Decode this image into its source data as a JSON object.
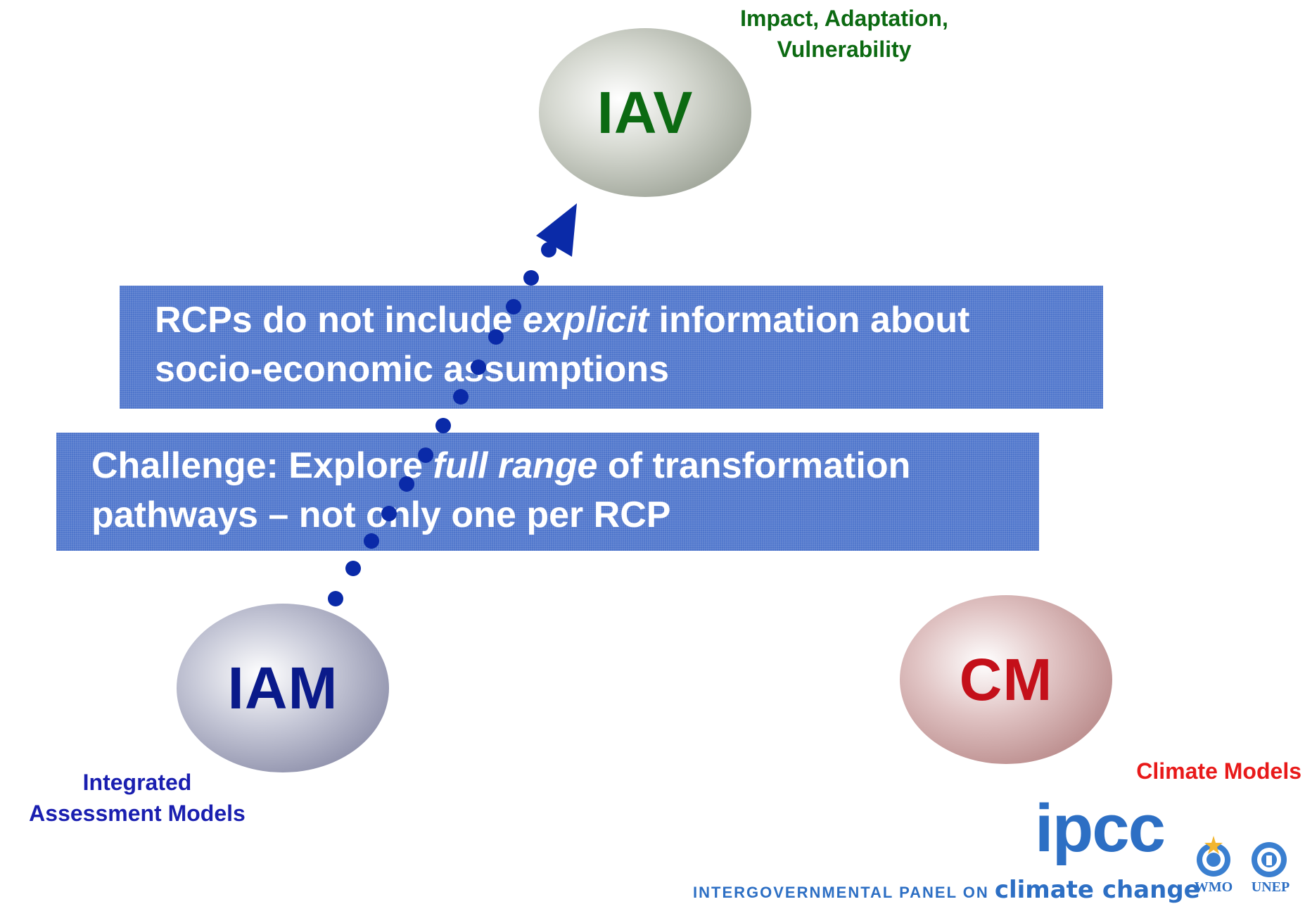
{
  "diagram": {
    "nodes": [
      {
        "id": "iav",
        "abbrev": "IAV",
        "label": "Impact, Adaptation,\nVulnerability",
        "color": "#0c6a12"
      },
      {
        "id": "iam",
        "abbrev": "IAM",
        "label": "Integrated\nAssessment Models",
        "color": "#0a1a8a"
      },
      {
        "id": "cm",
        "abbrev": "CM",
        "label": "Climate Models",
        "color": "#c4101a"
      }
    ],
    "edges": [
      {
        "from": "iam",
        "to": "iav",
        "style": "dotted-arrow",
        "color": "#0a2aa8"
      }
    ]
  },
  "labels": {
    "iav_line1": "Impact, Adaptation,",
    "iav_line2": "Vulnerability",
    "iam_line1": "Integrated",
    "iam_line2": "Assessment Models",
    "cm": "Climate Models"
  },
  "boxes": {
    "rcp": {
      "line1_prefix": "RCPs do not include ",
      "line1_italic": "explicit",
      "line1_suffix": " information about",
      "line2": "socio-economic assumptions"
    },
    "challenge": {
      "line1_prefix": "Challenge: Explore ",
      "line1_italic": "full range",
      "line1_suffix": " of transformation",
      "line2": "pathways – not only one per RCP"
    }
  },
  "logo": {
    "ipcc": "ipcc",
    "tagline_small": "INTERGOVERNMENTAL PANEL ON ",
    "tagline_big": "climate change",
    "who": "WMO",
    "unep": "UNEP"
  },
  "colors": {
    "box_fill": "#4f76cc",
    "arrow": "#0a2aa8",
    "ipcc_blue": "#2d6fc4"
  }
}
